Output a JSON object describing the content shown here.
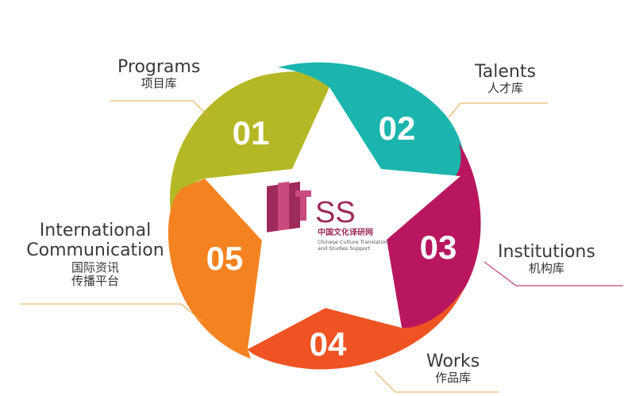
{
  "center": {
    "logo_text": "SS",
    "name_zh": "中国文化译研网",
    "name_en_line1": "Chinese Culture Translation",
    "name_en_line2": "and Studies Support"
  },
  "segments": [
    {
      "number": "01",
      "label_en": "Programs",
      "label_zh": "项目库",
      "color": "#B5B826"
    },
    {
      "number": "02",
      "label_en": "Talents",
      "label_zh": "人才库",
      "color": "#1BB5AE"
    },
    {
      "number": "03",
      "label_en": "Institutions",
      "label_zh": "机构库",
      "color": "#B8175F"
    },
    {
      "number": "04",
      "label_en": "Works",
      "label_zh": "作品库",
      "color": "#EF5323"
    },
    {
      "number": "05",
      "label_en_line1": "International",
      "label_en_line2": "Communication",
      "label_zh_line1": "国际资讯",
      "label_zh_line2": "传播平台",
      "color": "#F58220"
    }
  ]
}
